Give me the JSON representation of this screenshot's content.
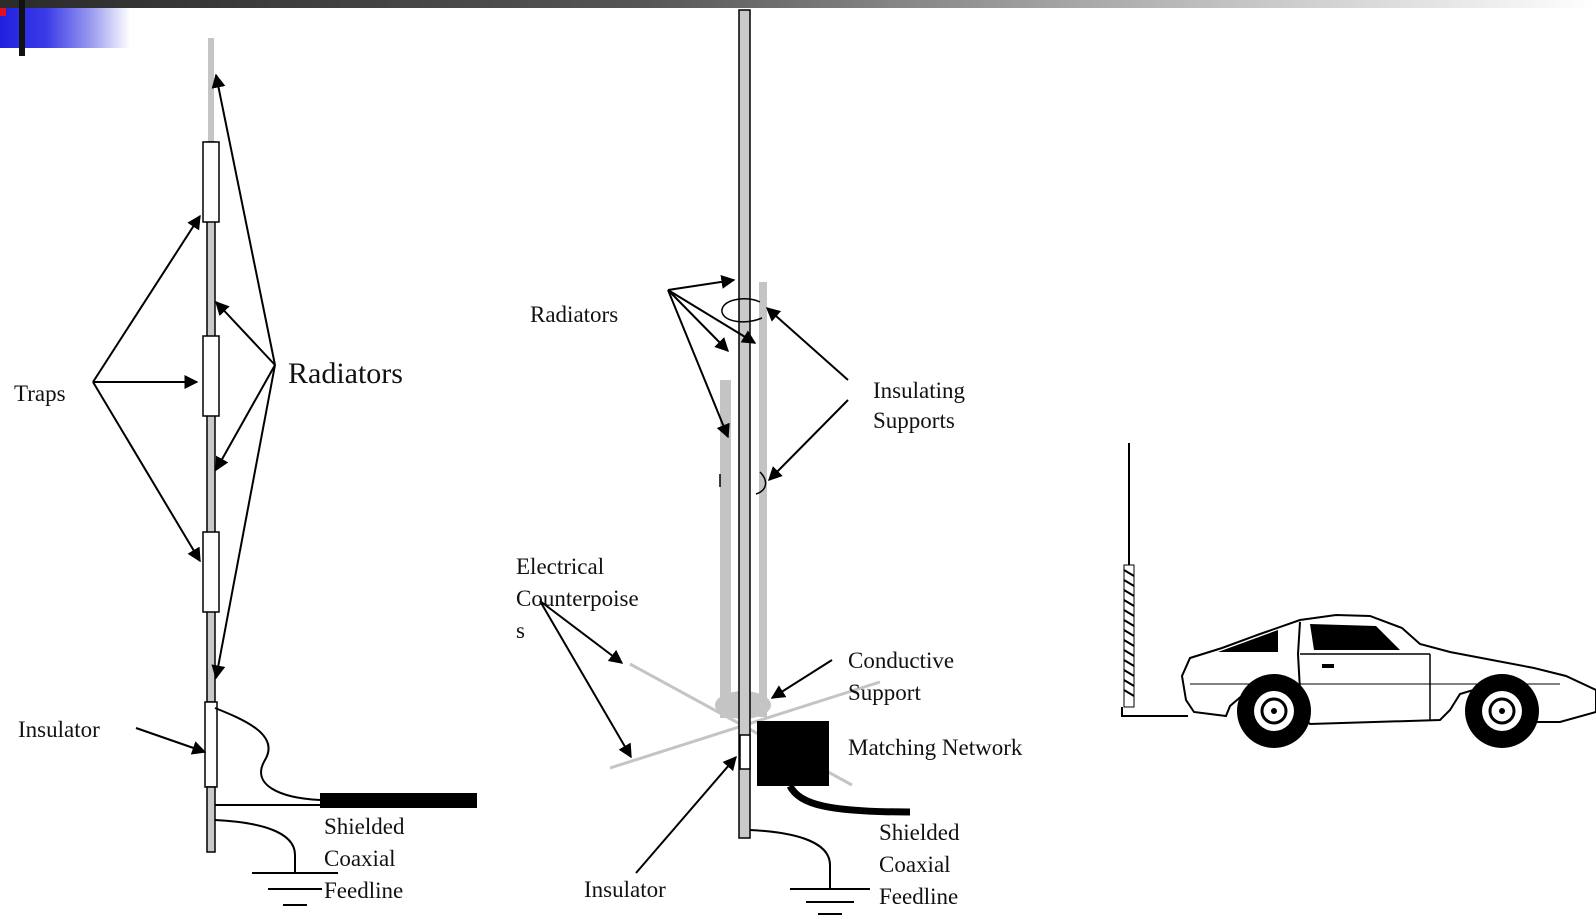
{
  "left_antenna": {
    "traps_label": "Traps",
    "radiators_label": "Radiators",
    "insulator_label": "Insulator",
    "feedline_lines": [
      "Shielded",
      "Coaxial",
      "Feedline"
    ]
  },
  "middle_antenna": {
    "radiators_label": "Radiators",
    "insulating_supports_lines": [
      "Insulating",
      "Supports"
    ],
    "counterpoise_lines": [
      "Electrical",
      "Counterpoise",
      "s"
    ],
    "conductive_support_lines": [
      "Conductive",
      "Support"
    ],
    "matching_network_label": "Matching Network",
    "insulator_label": "Insulator",
    "feedline_lines": [
      "Shielded",
      "Coaxial",
      "Feedline"
    ]
  },
  "colors": {
    "ink": "#000000",
    "gray_element": "#c4c4c4",
    "logo_blue": "#2020e0",
    "logo_red": "#e01020"
  }
}
